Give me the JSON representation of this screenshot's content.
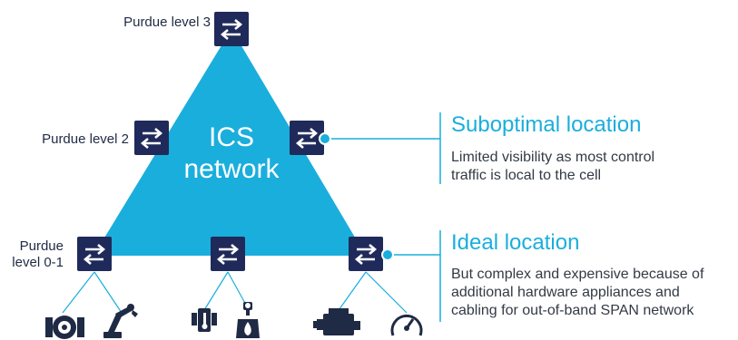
{
  "levels": {
    "level3": "Purdue level 3",
    "level2": "Purdue level 2",
    "level01_line1": "Purdue",
    "level01_line2": "level 0-1"
  },
  "network_label": {
    "line1": "ICS",
    "line2": "network"
  },
  "callouts": {
    "suboptimal": {
      "title": "Suboptimal location",
      "body_line1": "Limited visibility as most control",
      "body_line2": "traffic is local to the cell"
    },
    "ideal": {
      "title": "Ideal location",
      "body_line1": "But complex and expensive because of",
      "body_line2": "additional hardware appliances and",
      "body_line3": "cabling for out-of-band SPAN network"
    }
  },
  "device_icons": [
    "pump-valve-icon",
    "robot-arm-icon",
    "thermometer-sensor-icon",
    "burner-icon",
    "engine-icon",
    "gauge-icon"
  ],
  "colors": {
    "triangle": "#1aaedc",
    "switch": "#1f2a5a",
    "callout_accent": "#1aaedc",
    "text_dark": "#1f2a44"
  }
}
